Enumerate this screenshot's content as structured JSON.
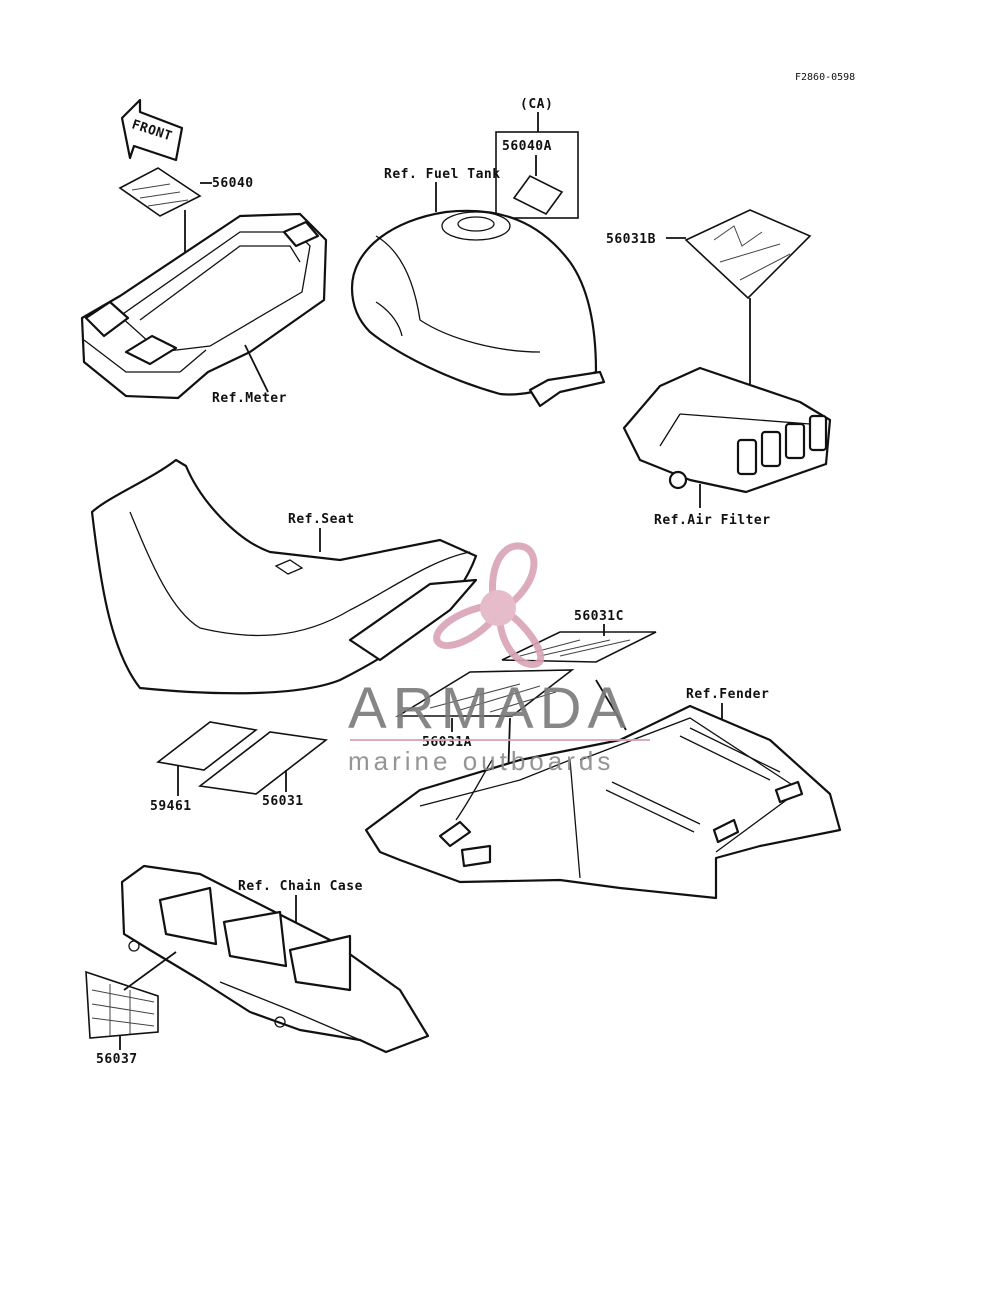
{
  "diagram_code": "F2860-0598",
  "front_label": "FRONT",
  "region_label": "(CA)",
  "watermark": {
    "brand": "ARMADA",
    "tagline": "marine outboards",
    "accent_color": "#d9a3b6",
    "text_color": "#7a7a7a"
  },
  "labels": {
    "p56040": "56040",
    "p56040A": "56040A",
    "p56031B": "56031B",
    "p56031C": "56031C",
    "p56031A": "56031A",
    "p59461": "59461",
    "p56031": "56031",
    "p56037": "56037",
    "ref_fuel_tank": "Ref. Fuel Tank",
    "ref_meter": "Ref.Meter",
    "ref_air_filter": "Ref.Air Filter",
    "ref_seat": "Ref.Seat",
    "ref_fender": "Ref.Fender",
    "ref_chain_case": "Ref. Chain Case"
  }
}
